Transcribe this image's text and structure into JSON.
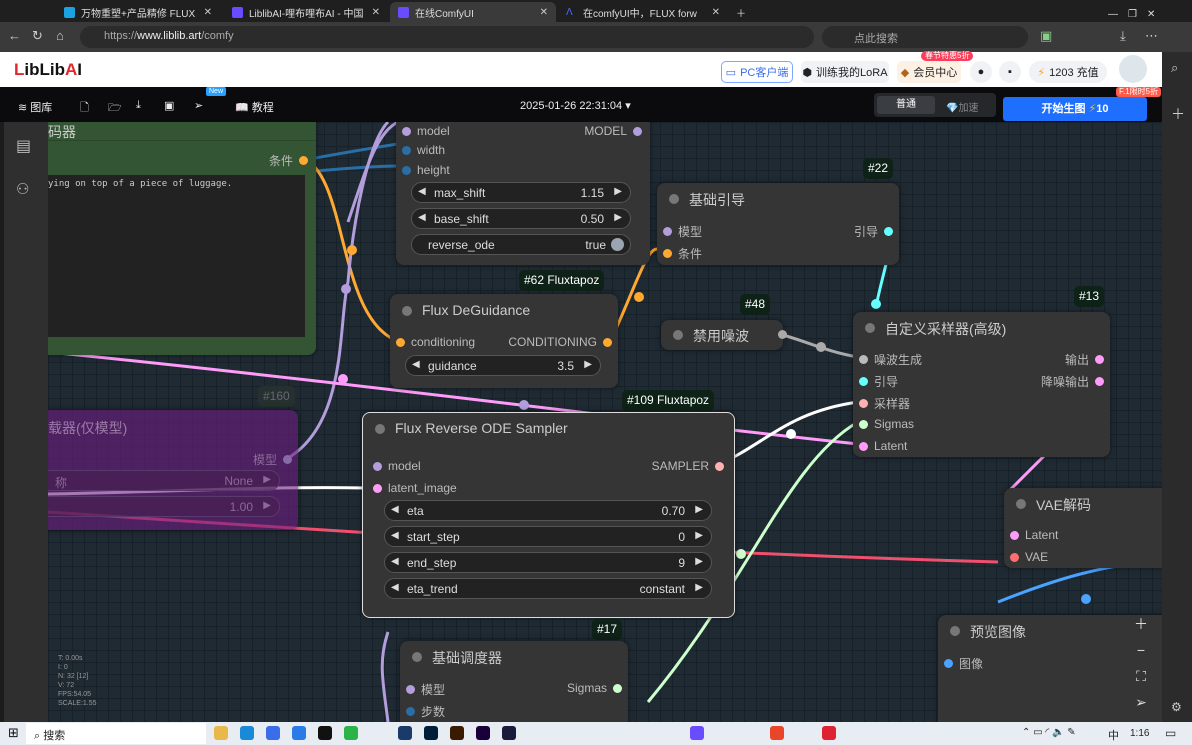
{
  "browser": {
    "tabs": [
      {
        "label": "万物重塑+产品精修 FLUX RF Inve"
      },
      {
        "label": "LiblibAI-哩布哩布AI - 中国领先的A"
      },
      {
        "label": "在线ComfyUI",
        "active": true
      },
      {
        "label": "在comfyUI中，FLUX forward ODE"
      }
    ],
    "url_prefix": "https://",
    "url_domain": "www.liblib.art",
    "url_path": "/comfy",
    "search_placeholder": "点此搜索"
  },
  "header": {
    "logo": "LibLibAI",
    "pc_client": "PC客户端",
    "train_lora": "训练我的LoRA",
    "member": "会员中心",
    "member_badge": "春节特惠5折",
    "credits": "1203 充值"
  },
  "toolbar": {
    "library": "图库",
    "new_badge": "New",
    "tutorial": "教程",
    "datetime": "2025-01-26 22:31:04",
    "mode_normal": "普通",
    "mode_fast": "加速",
    "generate": "开始生图",
    "generate_cost": "10",
    "generate_badge": "F.1限时5折"
  },
  "nodes": {
    "clip": {
      "title": "码器",
      "out": "条件",
      "text": "ying on top of a piece of luggage."
    },
    "msf": {
      "in_model": "model",
      "out_model": "MODEL",
      "width": "width",
      "height": "height",
      "max_shift_label": "max_shift",
      "max_shift": "1.15",
      "base_shift_label": "base_shift",
      "base_shift": "0.50",
      "reverse_ode_label": "reverse_ode",
      "reverse_ode": "true"
    },
    "degui": {
      "badge": "#62 Fluxtapoz",
      "title": "Flux DeGuidance",
      "in": "conditioning",
      "out": "CONDITIONING",
      "guidance_label": "guidance",
      "guidance": "3.5"
    },
    "guider": {
      "badge": "#22",
      "title": "基础引导",
      "in_model": "模型",
      "out": "引导",
      "in_cond": "条件"
    },
    "noise": {
      "badge": "#48",
      "title": "禁用噪波"
    },
    "sampler_adv": {
      "badge": "#13",
      "title": "自定义采样器(高级)",
      "in": [
        "噪波生成",
        "引导",
        "采样器",
        "Sigmas",
        "Latent"
      ],
      "out": [
        "输出",
        "降噪输出"
      ]
    },
    "lora": {
      "badge": "#160",
      "title": "载器(仅模型)",
      "out": "模型",
      "w1_label": "称",
      "w1": "None",
      "w2": "1.00"
    },
    "rode": {
      "badge": "#109 Fluxtapoz",
      "title": "Flux Reverse ODE Sampler",
      "in_model": "model",
      "in_latent": "latent_image",
      "out": "SAMPLER",
      "widgets": [
        {
          "label": "eta",
          "value": "0.70"
        },
        {
          "label": "start_step",
          "value": "0"
        },
        {
          "label": "end_step",
          "value": "9"
        },
        {
          "label": "eta_trend",
          "value": "constant"
        }
      ]
    },
    "sched": {
      "badge": "#17",
      "title": "基础调度器",
      "in_model": "模型",
      "out": "Sigmas",
      "in_steps": "步数"
    },
    "vae": {
      "title": "VAE解码",
      "in_latent": "Latent",
      "in_vae": "VAE"
    },
    "preview": {
      "title": "预览图像",
      "in": "图像"
    }
  },
  "stats": [
    "T: 0.00s",
    "I: 0",
    "N: 32 [12]",
    "V: 72",
    "FPS:54.05",
    "SCALE:1.55"
  ],
  "taskbar": {
    "search": "搜索",
    "ime": "中",
    "time": "1:16"
  },
  "colors": {
    "accent": "#1677ff",
    "model": "#b39ddb",
    "cond": "#ffa931",
    "latent": "#ff9cf9",
    "vae": "#ff6e6e",
    "sigmas": "#cdffcd",
    "guider": "#66ffff",
    "int": "#2a6ea6"
  }
}
